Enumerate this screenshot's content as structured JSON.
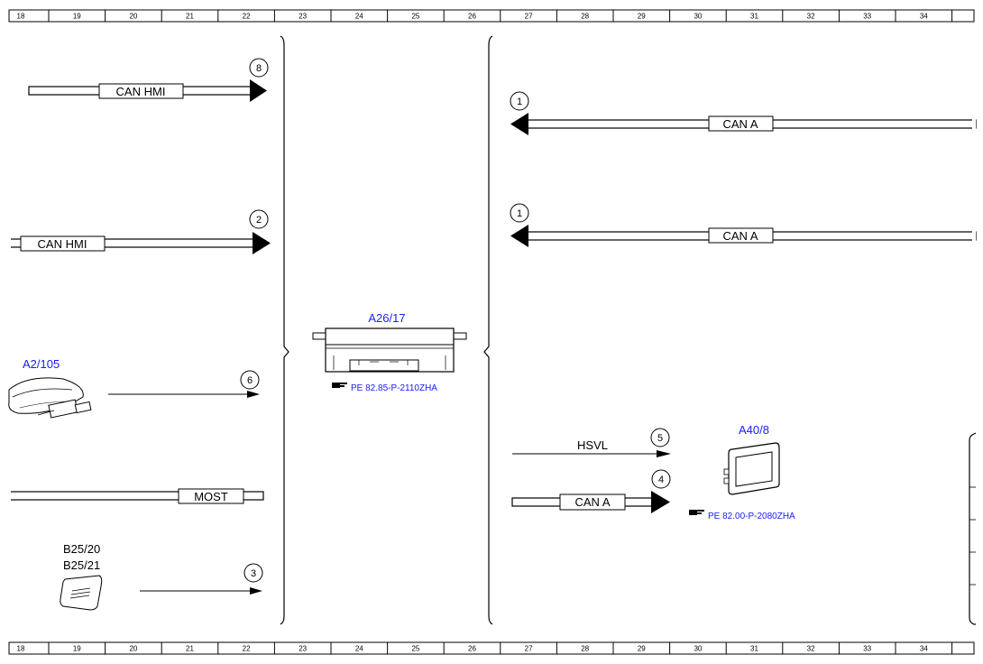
{
  "ruler": {
    "numbers": [
      "18",
      "19",
      "20",
      "21",
      "22",
      "23",
      "24",
      "25",
      "26",
      "27",
      "28",
      "29",
      "30",
      "31",
      "32",
      "33",
      "34"
    ]
  },
  "signals": {
    "can_hmi_top": "CAN HMI",
    "can_hmi_mid": "CAN HMI",
    "most": "MOST",
    "can_a_top": "CAN A",
    "can_a_mid": "CAN A",
    "can_a_bottom": "CAN A",
    "hsvl": "HSVL"
  },
  "connectors": {
    "c8": "8",
    "c2": "2",
    "c6": "6",
    "c3": "3",
    "c1_top": "1",
    "c1_mid": "1",
    "c5": "5",
    "c4": "4"
  },
  "components": {
    "a2_105": "A2/105",
    "b25_20": "B25/20",
    "b25_21": "B25/21",
    "a26_17": "A26/17",
    "a26_17_ref": "PE 82.85-P-2110ZHA",
    "a40_8": "A40/8",
    "a40_8_ref": "PE 82.00-P-2080ZHA"
  },
  "colors": {
    "component_label": "#1a1aff",
    "line": "#000000"
  }
}
